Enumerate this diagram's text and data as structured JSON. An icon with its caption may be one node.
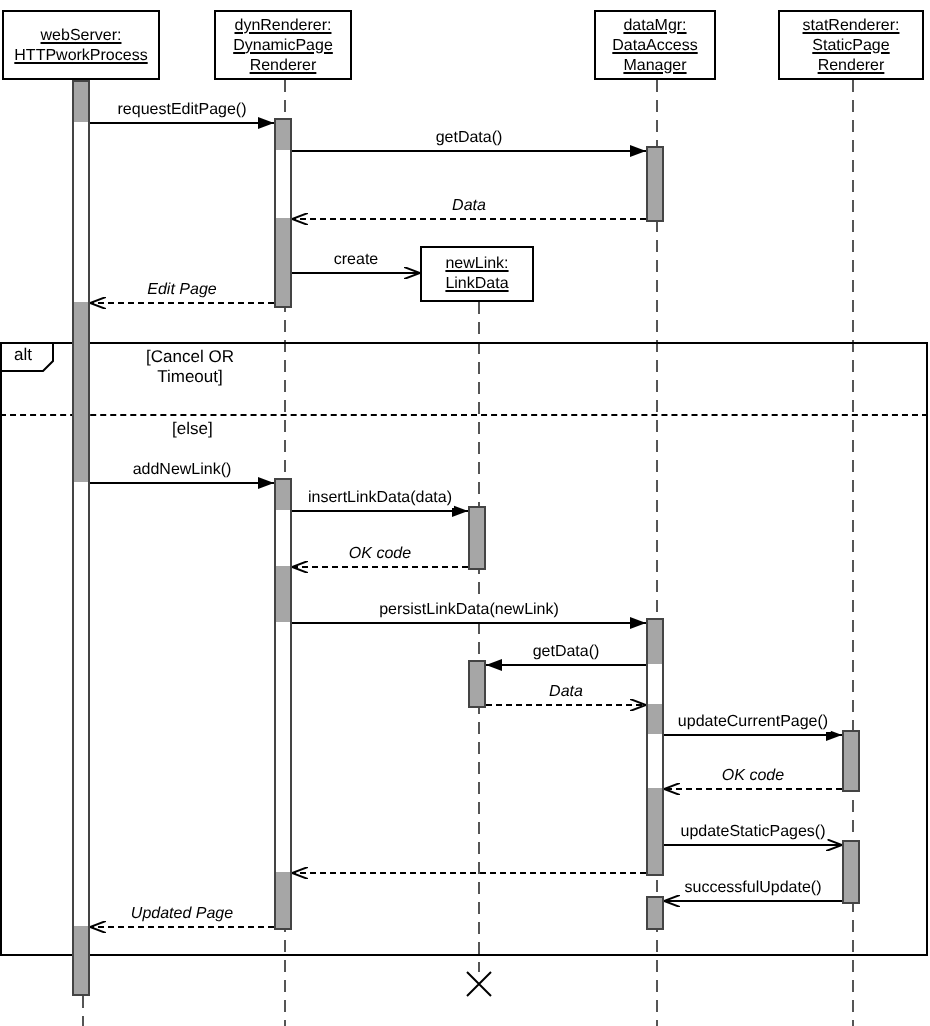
{
  "diagram": {
    "nodes": [
      {
        "text": [
          "webServer: HTTPworkProcess"
        ]
      },
      {
        "text": [
          "dynRenderer: DynamicPage Renderer"
        ]
      },
      {
        "text": [
          "dataMgr: DataAccess Manager"
        ]
      },
      {
        "text": [
          "statRenderer: StaticPage Renderer"
        ]
      },
      {
        "text": [],
        "shape": "bar"
      },
      {
        "text": [],
        "shape": "bar"
      },
      {
        "text": [],
        "shape": "bar"
      },
      {
        "text": [
          "newLink: LinkData"
        ]
      },
      {
        "text": [
          "alt",
          "[Cancel OR Timeout]",
          "[else]"
        ]
      },
      {
        "text": [],
        "shape": "bar",
        "in": 8
      },
      {
        "text": [],
        "shape": "bar",
        "in": 8
      },
      {
        "text": [],
        "shape": "bar",
        "in": 8
      },
      {
        "text": [],
        "shape": "bar",
        "in": 8
      },
      {
        "text": [],
        "shape": "bar",
        "in": 8
      },
      {
        "text": [],
        "shape": "bar",
        "in": 8
      },
      {
        "text": [],
        "shape": "bar",
        "in": 8
      }
    ],
    "edges": [
      {
        "from": 4,
        "to": 5,
        "arrow": "to",
        "label": "requestEditPage()"
      },
      {
        "from": 5,
        "to": 6,
        "arrow": "to",
        "label": "getData()"
      },
      {
        "from": 6,
        "to": 5,
        "arrow": "to",
        "label": "Data",
        "style": "dashed"
      },
      {
        "from": 5,
        "to": 7,
        "arrow": "to",
        "label": "create"
      },
      {
        "from": 5,
        "to": 4,
        "arrow": "to",
        "label": "Edit Page",
        "style": "dashed"
      },
      {
        "from": 4,
        "to": 9,
        "arrow": "to",
        "label": "addNewLink()"
      },
      {
        "from": 9,
        "to": 10,
        "arrow": "to",
        "label": "insertLinkData(data)"
      },
      {
        "from": 10,
        "to": 9,
        "arrow": "to",
        "label": "OK code",
        "style": "dashed"
      },
      {
        "from": 9,
        "to": 11,
        "arrow": "to",
        "label": "persistLinkData(newLink)"
      },
      {
        "from": 11,
        "to": 12,
        "arrow": "to",
        "label": "getData()"
      },
      {
        "from": 12,
        "to": 11,
        "arrow": "to",
        "label": "Data",
        "style": "dashed"
      },
      {
        "from": 11,
        "to": 13,
        "arrow": "to",
        "label": "updateCurrentPage()"
      },
      {
        "from": 13,
        "to": 11,
        "arrow": "to",
        "label": "OK code",
        "style": "dashed"
      },
      {
        "from": 11,
        "to": 14,
        "arrow": "to",
        "label": "updateStaticPages()"
      },
      {
        "from": 11,
        "to": 9,
        "arrow": "to",
        "style": "dashed"
      },
      {
        "from": 14,
        "to": 15,
        "arrow": "to",
        "label": "successfulUpdate()"
      },
      {
        "from": 9,
        "to": 4,
        "arrow": "to",
        "label": "Updated Page",
        "style": "dashed"
      }
    ]
  }
}
